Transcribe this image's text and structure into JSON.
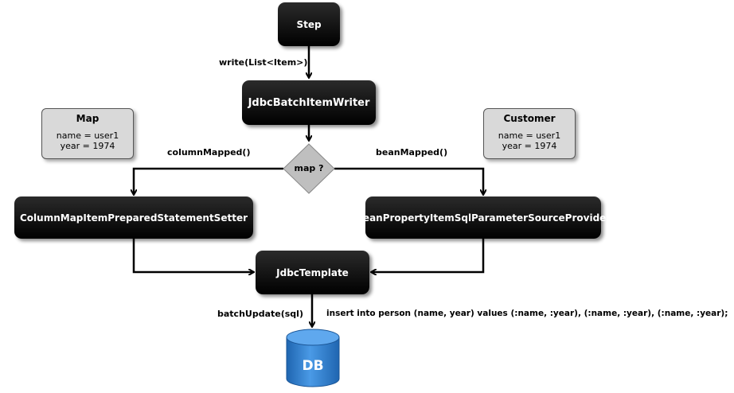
{
  "nodes": {
    "step": "Step",
    "writer": "JdbcBatchItemWriter",
    "column_setter": "ColumnMapItemPreparedStatementSetter",
    "bean_provider": "BeanPropertyItemSqlParameterSourceProvider",
    "template": "JdbcTemplate",
    "decision": "map ?",
    "db": "DB"
  },
  "notes": {
    "map": {
      "title": "Map",
      "line1": "name = user1",
      "line2": "year = 1974"
    },
    "customer": {
      "title": "Customer",
      "line1": "name = user1",
      "line2": "year = 1974"
    }
  },
  "edges": {
    "write": "write(List<Item>)",
    "column_mapped": "columnMapped()",
    "bean_mapped": "beanMapped()",
    "batch_update": "batchUpdate(sql)",
    "sql": "insert into person (name, year) values (:name, :year), (:name, :year), (:name, :year);"
  },
  "colors": {
    "node_fill": "#000000",
    "note_fill": "#d9d9d9",
    "diamond_fill": "#bfbfbf",
    "db_fill": "#2f7fd0"
  }
}
